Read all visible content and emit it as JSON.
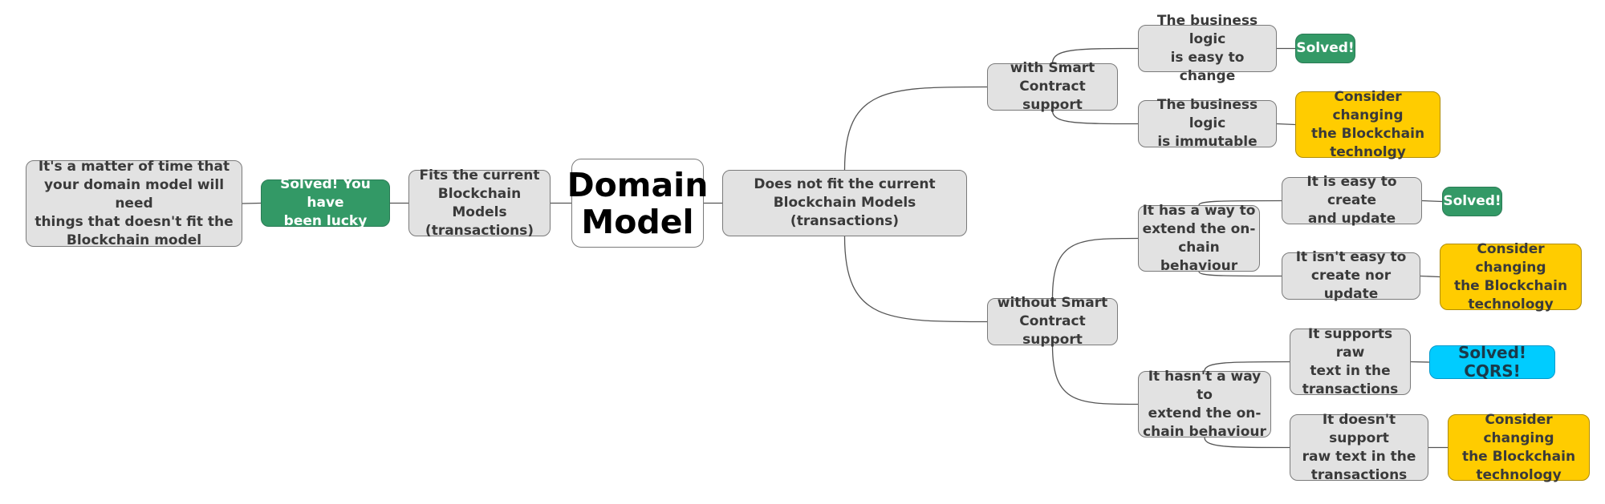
{
  "colors": {
    "default_fill": "#e2e2e2",
    "root_fill": "#ffffff",
    "solved_fill": "#339966",
    "change_fill": "#ffcc00",
    "cqrs_fill": "#00ccff",
    "edge": "#555555"
  },
  "nodes": {
    "root": "Domain\nModel",
    "fits": "Fits the current\nBlockchain Models\n(transactions)",
    "solved_lucky": "Solved! You have\nbeen lucky",
    "matter_of_time": "It's a matter of time that\nyour domain model will need\nthings that doesn't fit the\nBlockchain model",
    "not_fit": "Does not fit the current\nBlockchain Models\n(transactions)",
    "with_smart": "with Smart\nContract support",
    "easy_change": "The business logic\nis easy to change",
    "solved_1": "Solved!",
    "immutable": "The business logic\nis immutable",
    "consider_1": "Consider changing\nthe Blockchain\ntechnolgy",
    "without_smart": "without Smart\nContract support",
    "has_way": "It has a way to\nextend the on-\nchain behaviour",
    "easy_create": "It is easy to create\nand update",
    "solved_2": "Solved!",
    "not_easy_create": "It isn't easy to\ncreate nor update",
    "consider_2": "Consider changing\nthe Blockchain\ntechnology",
    "hasnt_way": "It hasn't a way to\nextend the on-\nchain behaviour",
    "raw_text": "It supports raw\ntext in the\ntransactions",
    "solved_cqrs": "Solved! CQRS!",
    "no_raw_text": "It doesn't support\nraw text in the\ntransactions",
    "consider_3": "Consider changing\nthe Blockchain\ntechnology"
  }
}
